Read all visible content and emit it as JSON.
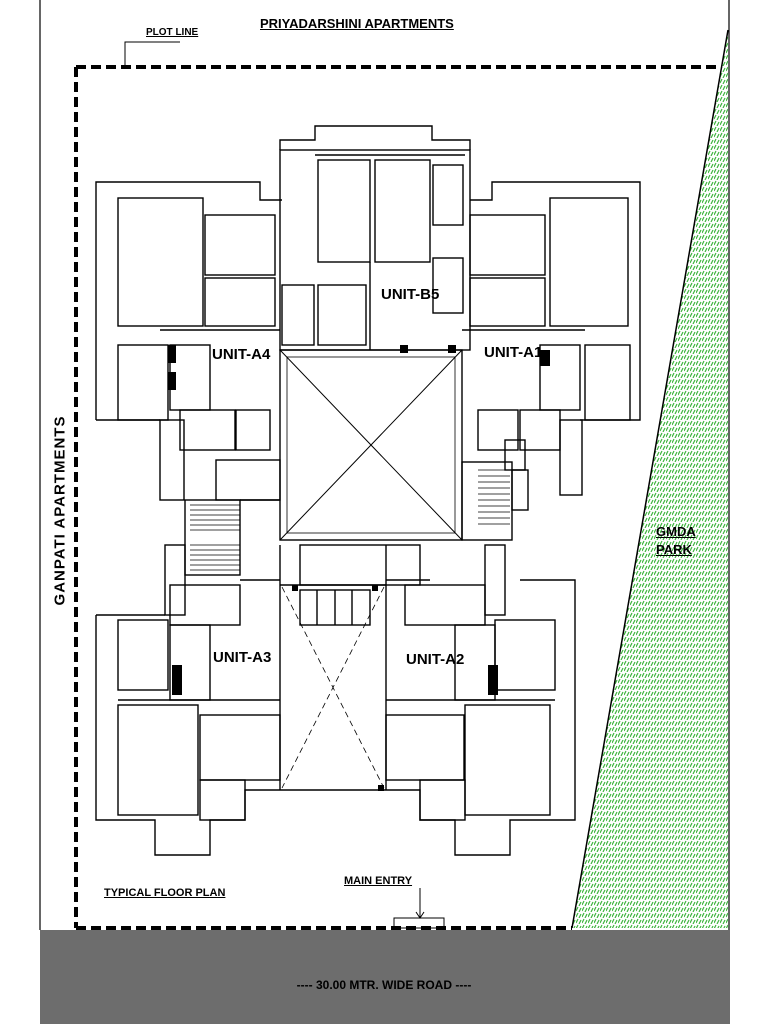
{
  "title": "PRIYADARSHINI  APARTMENTS",
  "plot_line": "PLOT LINE",
  "neighbor_west": "GANPATI  APARTMENTS",
  "park": {
    "line1": "GMDA",
    "line2": "PARK",
    "color": "#3fb53f"
  },
  "units": {
    "a1": "UNIT-A1",
    "a2": "UNIT-A2",
    "a3": "UNIT-A3",
    "a4": "UNIT-A4",
    "b5": "UNIT-B5"
  },
  "typical_floor_plan": "TYPICAL FLOOR PLAN",
  "main_entry": "MAIN ENTRY",
  "road": "----   30.00 MTR. WIDE ROAD   ----",
  "colors": {
    "road": "#6d6d6d",
    "lines": "#000000"
  }
}
